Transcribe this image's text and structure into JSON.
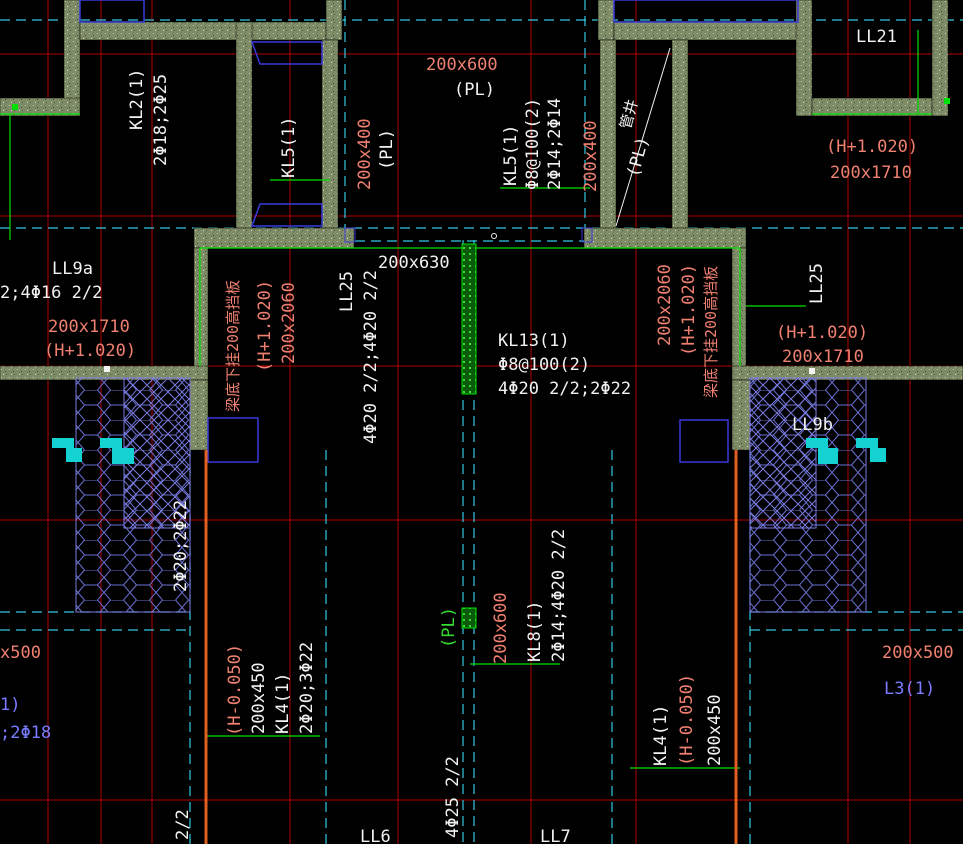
{
  "colors": {
    "background": "#000000",
    "grid_axis": "#b00000",
    "dash_line": "#33c8e0",
    "wall_fill": "#8c9d73",
    "outline_green": "#00e000",
    "label_white": "#f2f2f2",
    "label_pink": "#f08070",
    "label_green": "#33dd33",
    "label_blue": "#7a7cff",
    "window_blue": "#3a3ad8",
    "cyan_symbol": "#14d2d2",
    "hatch_blue": "#7a7ae0",
    "dim_green": "#3cd43c"
  },
  "labels": {
    "ll21": "LL21",
    "beam_200x600": "200x600",
    "pl_top": "(PL)",
    "h_plus_right_top": "(H+1.020)",
    "size_200x1710_right_top": "200x1710",
    "kl2_name": "KL2(1)",
    "kl2_rebar": "2Φ18;2Φ25",
    "kl5_name": "KL5(1)",
    "kl5_size": "200x400",
    "kl5_pl": "(PL)",
    "kl5b_name": "KL5(1)",
    "kl5b_stirrup": "Φ8@100(2)",
    "kl5b_rebar": "2Φ14;2Φ14",
    "kl5b_size": "200x400",
    "pl_diag": "(PL)",
    "diag_note": "管井",
    "size_200x630": "200x630",
    "ll9a_name": "LL9a",
    "ll9a_rebar": "2;4Φ16 2/2",
    "ll9a_size": "200x1710",
    "ll9a_h": "(H+1.020)",
    "note_left": "梁底下挂200高挡板",
    "h_left": "(H+1.020)",
    "size_200x2060_left": "200x2060",
    "ll25_left": "LL25",
    "ll25_rebar_left": "4Φ20 2/2;4Φ20 2/2",
    "kl13_name": "KL13(1)",
    "kl13_stirrup": "Φ8@100(2)",
    "kl13_rebar": "4Φ20 2/2;2Φ22",
    "size_200x2060_right": "200x2060",
    "h_right": "(H+1.020)",
    "note_right": "梁底下挂200高挡板",
    "ll25_right": "LL25",
    "h_plus_right_mid": "(H+1.020)",
    "size_200x1710_right_mid": "200x1710",
    "ll9b_name": "LL9b",
    "rebar_left_vert": "2Φ20;2Φ22",
    "size_200x500_left": "x500",
    "l_left_name": "1)",
    "l_left_rebar": ";2Φ18",
    "kl4_left_h": "(H-0.050)",
    "kl4_left_size": "200x450",
    "kl4_left_name": "KL4(1)",
    "kl4_left_rebar": "2Φ20;3Φ22",
    "pl_mid": "(PL)",
    "kl8_size": "200x600",
    "kl8_name": "KL8(1)",
    "kl8_rebar": "2Φ14;4Φ20 2/2",
    "kl4_right_name": "KL4(1)",
    "kl4_right_h": "(H-0.050)",
    "kl4_right_size": "200x450",
    "size_200x500_right": "200x500",
    "l3_name": "L3(1)",
    "rebar_bottom_mid": "4Φ25 2/2",
    "rebar_bottom_left": "2/2",
    "ll6": "LL6",
    "ll7": "LL7"
  }
}
